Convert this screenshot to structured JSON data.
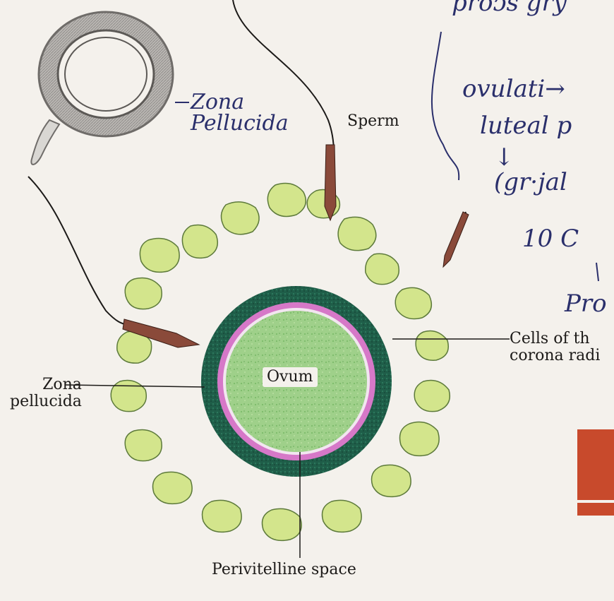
{
  "labels": {
    "sperm": "Sperm",
    "ovum": "Ovum",
    "zona_pellucida": "Zona\npellucida",
    "cells_corona": "Cells of th\ncorona radi",
    "perivitelline": "Perivitelline space"
  },
  "handwritten": {
    "top": "proɔs gry",
    "zona_pellucida": "Zona\nPellucida",
    "ovulation": "ovulati→",
    "luteal": "luteal p",
    "arrow": "↓",
    "grjal": "(gr·jal",
    "ten_c": "10 C",
    "pro": "Pro"
  },
  "colors": {
    "paper": "#f4f1ec",
    "corona_fill": "#d3e58c",
    "zona_dark": "#1f5e49",
    "membrane": "#d678c8",
    "ovum_fill": "#9fd08a",
    "ink": "#2a2f6b",
    "book_red": "#c84a2c"
  }
}
